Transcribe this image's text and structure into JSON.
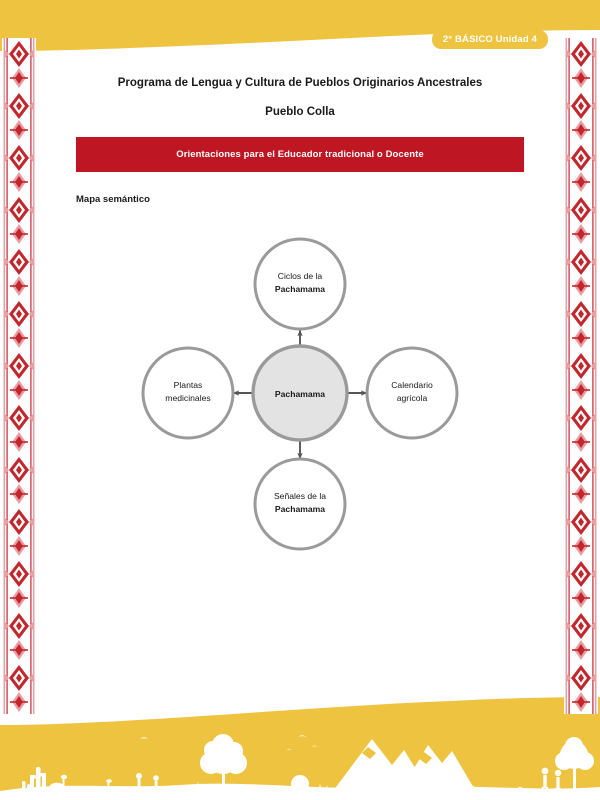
{
  "badge": {
    "label": "2° BÁSICO Unidad 4"
  },
  "header": {
    "title_line1": "Programa de Lengua y Cultura de Pueblos Originarios Ancestrales",
    "title_line2": "Pueblo Colla",
    "banner_text": "Orientaciones para el Educador tradicional o Docente"
  },
  "section": {
    "heading": "Mapa semántico"
  },
  "colors": {
    "yellow": "#EEC33F",
    "red": "#BE1622",
    "circle_stroke": "#9A9A9A",
    "center_fill": "#E3E3E3",
    "pattern_red": "#C1272D",
    "pattern_pink": "#E8A0A4",
    "text": "#1a1a1a"
  },
  "diagram": {
    "type": "semantic-map",
    "center": {
      "id": "pachamama",
      "line1": "",
      "line2": "Pachamama",
      "filled": true
    },
    "nodes": [
      {
        "id": "ciclos",
        "position": "top",
        "line1": "Ciclos de la",
        "line2": "Pachamama",
        "arrow": "up"
      },
      {
        "id": "calendario",
        "position": "right",
        "line1": "Calendario",
        "line2": "agrícola",
        "arrow": "right"
      },
      {
        "id": "senales",
        "position": "bottom",
        "line1": "Señales de la",
        "line2": "Pachamama",
        "arrow": "down"
      },
      {
        "id": "plantas",
        "position": "left",
        "line1": "Plantas",
        "line2": "medicinales",
        "arrow": "left"
      }
    ]
  }
}
